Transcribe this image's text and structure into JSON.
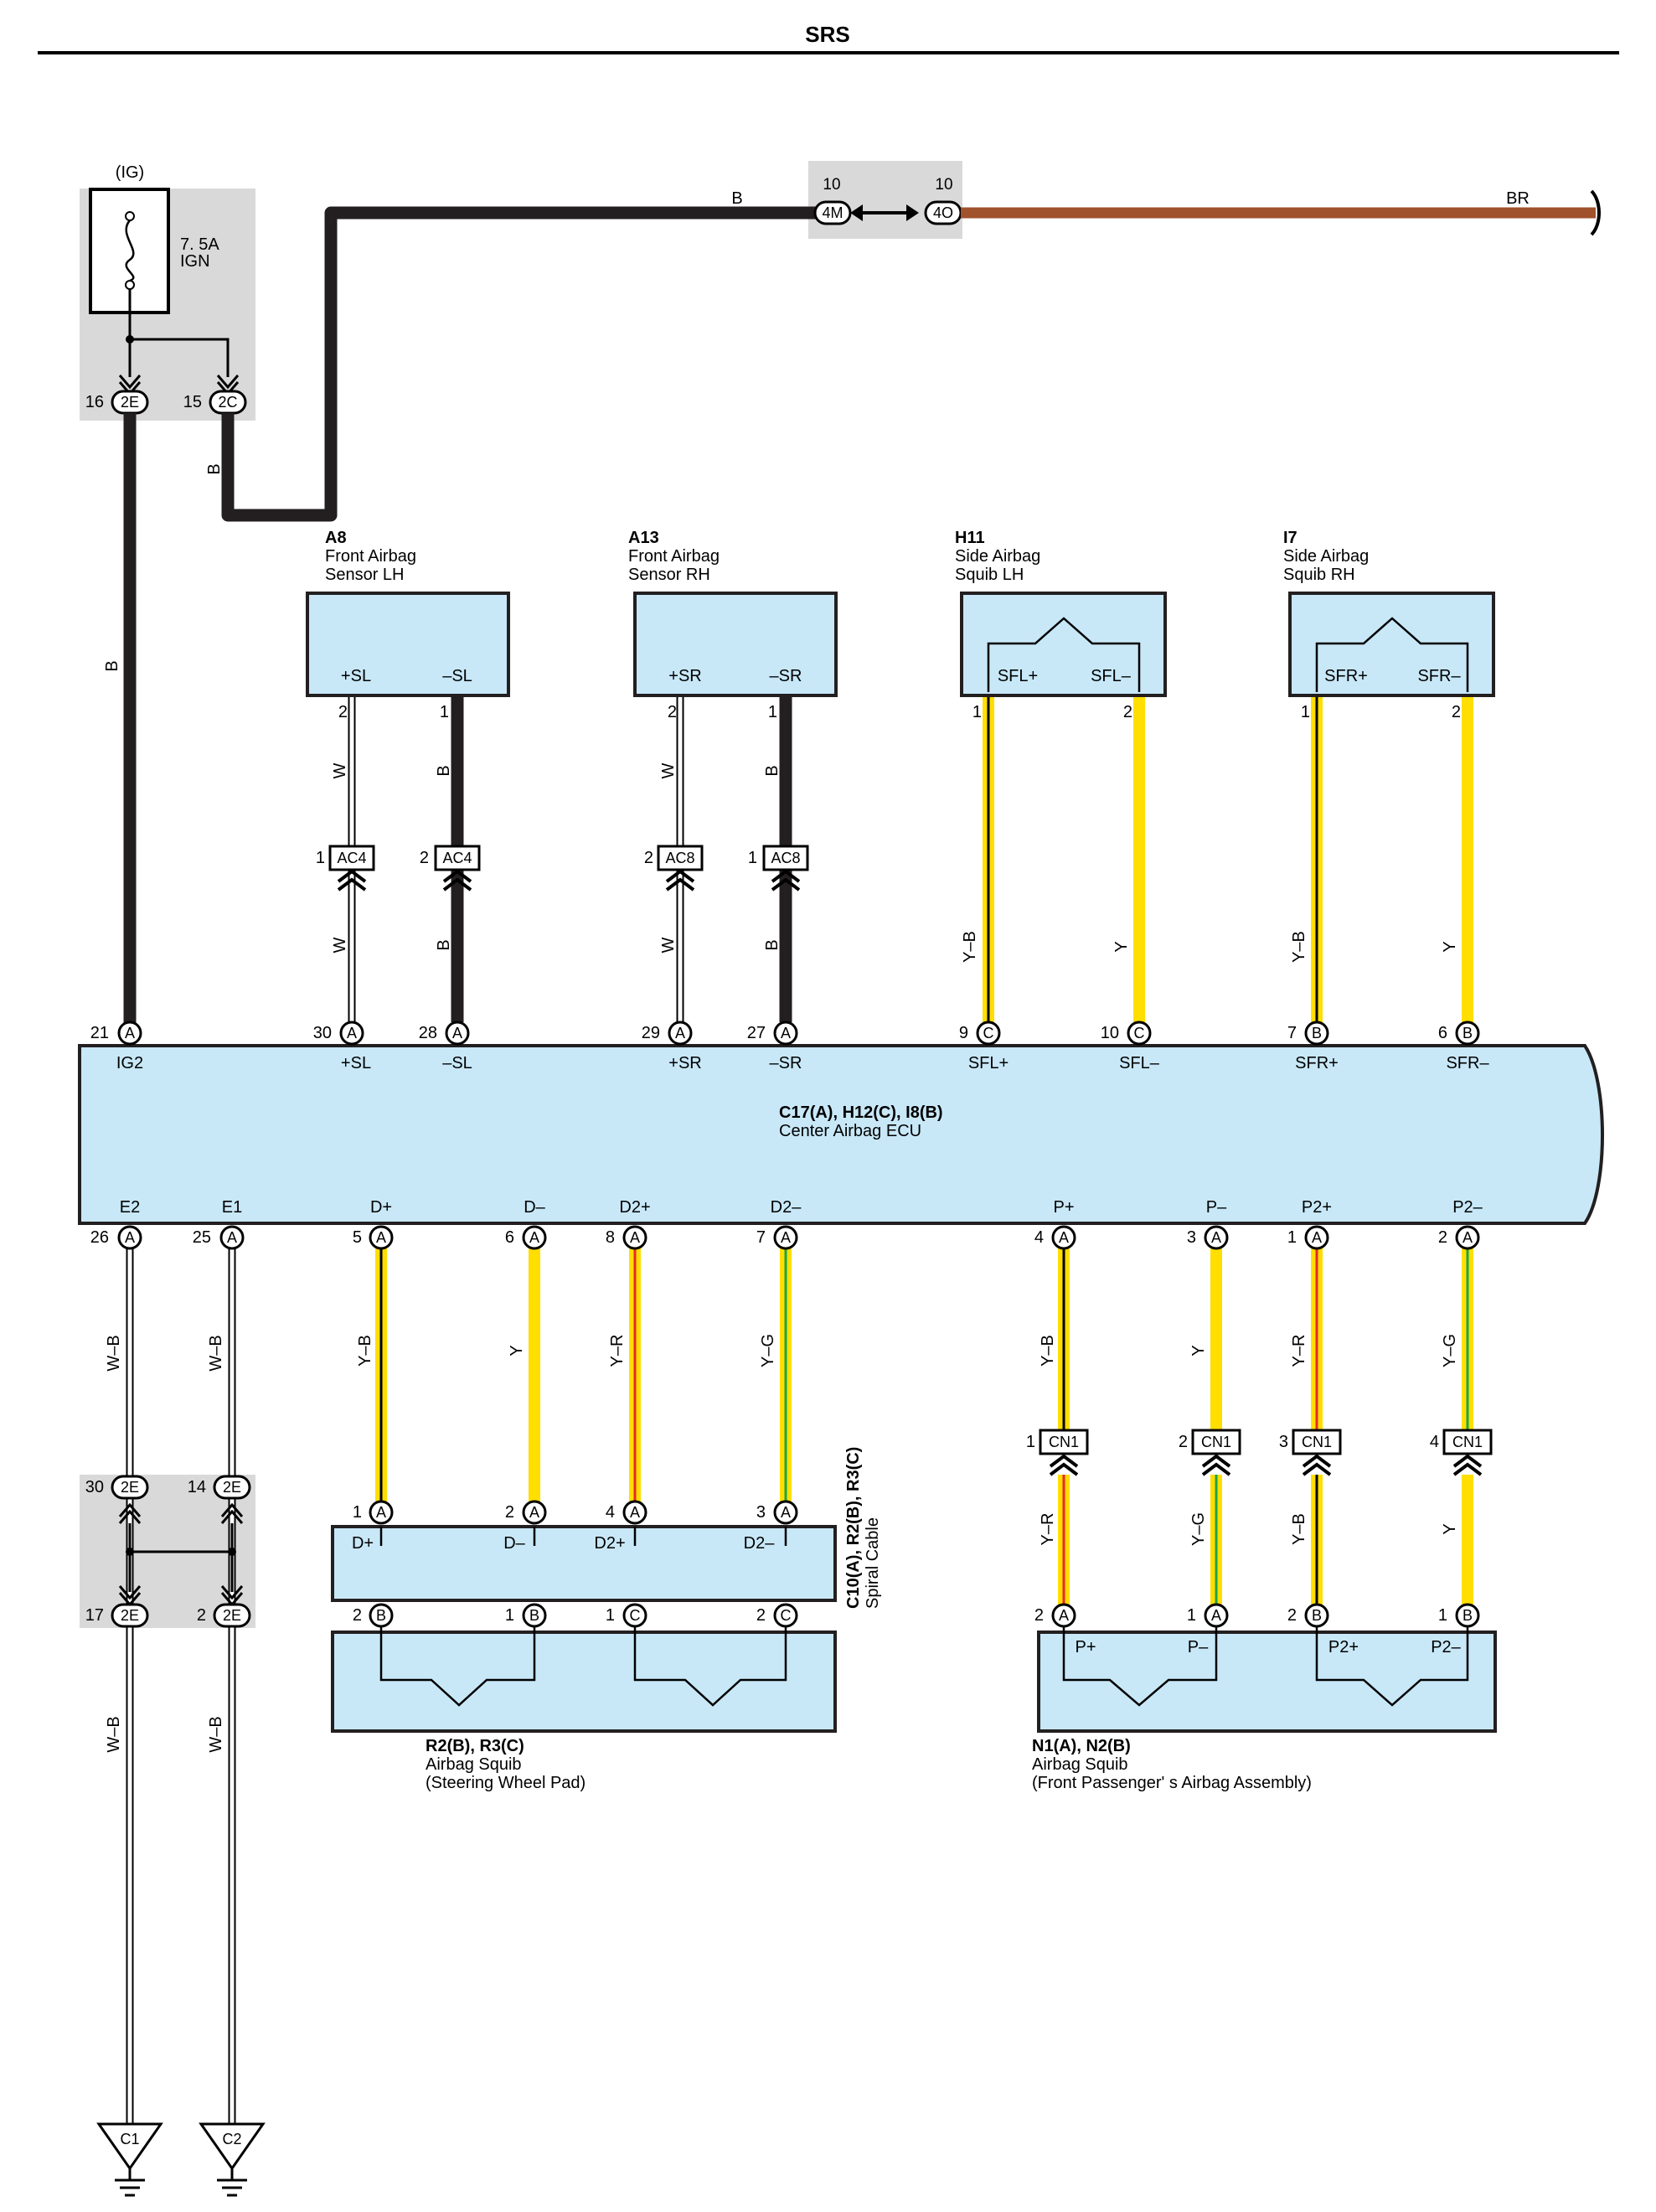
{
  "page": {
    "title": "SRS"
  },
  "fuse": {
    "circuit": "(IG)",
    "rating": "7. 5A",
    "name": "IGN"
  },
  "connectors": {
    "2E_16": {
      "pin": "16",
      "code": "2E"
    },
    "2C_15": {
      "pin": "15",
      "code": "2C"
    },
    "4M": {
      "pin": "10",
      "code": "4M"
    },
    "4O": {
      "pin": "10",
      "code": "4O"
    },
    "2E_30": {
      "pin": "30",
      "code": "2E"
    },
    "2E_14": {
      "pin": "14",
      "code": "2E"
    },
    "2E_17": {
      "pin": "17",
      "code": "2E"
    },
    "2E_2": {
      "pin": "2",
      "code": "2E"
    },
    "ac4_1": {
      "pin": "1",
      "code": "AC4"
    },
    "ac4_2": {
      "pin": "2",
      "code": "AC4"
    },
    "ac8_2": {
      "pin": "2",
      "code": "AC8"
    },
    "ac8_1": {
      "pin": "1",
      "code": "AC8"
    },
    "cn1_1": {
      "pin": "1",
      "code": "CN1"
    },
    "cn1_2": {
      "pin": "2",
      "code": "CN1"
    },
    "cn1_3": {
      "pin": "3",
      "code": "CN1"
    },
    "cn1_4": {
      "pin": "4",
      "code": "CN1"
    }
  },
  "wires": {
    "b": "B",
    "br": "BR",
    "w": "W",
    "y": "Y",
    "yb": "Y–B",
    "yr": "Y–R",
    "yg": "Y–G",
    "wb": "W–B"
  },
  "colors": {
    "ecu_fill": "#c8e8f8",
    "yellow": "#ffde00",
    "brown": "#a0522d",
    "red": "#e8282e",
    "green": "#1aa54a",
    "gray_box": "#d9d9da"
  },
  "components": {
    "a8": {
      "id": "A8",
      "name1": "Front Airbag",
      "name2": "Sensor LH",
      "t1": "+SL",
      "t2": "–SL",
      "p1": "2",
      "p2": "1"
    },
    "a13": {
      "id": "A13",
      "name1": "Front Airbag",
      "name2": "Sensor RH",
      "t1": "+SR",
      "t2": "–SR",
      "p1": "2",
      "p2": "1"
    },
    "h11": {
      "id": "H11",
      "name1": "Side Airbag",
      "name2": "Squib LH",
      "t1": "SFL+",
      "t2": "SFL–",
      "p1": "1",
      "p2": "2"
    },
    "i7": {
      "id": "I7",
      "name1": "Side Airbag",
      "name2": "Squib RH",
      "t1": "SFR+",
      "t2": "SFR–",
      "p1": "1",
      "p2": "2"
    }
  },
  "ecu": {
    "id": "C17(A), H12(C), I8(B)",
    "name": "Center Airbag ECU",
    "top_pins": [
      {
        "num": "21",
        "conn": "A",
        "label": "IG2"
      },
      {
        "num": "30",
        "conn": "A",
        "label": "+SL"
      },
      {
        "num": "28",
        "conn": "A",
        "label": "–SL"
      },
      {
        "num": "29",
        "conn": "A",
        "label": "+SR"
      },
      {
        "num": "27",
        "conn": "A",
        "label": "–SR"
      },
      {
        "num": "9",
        "conn": "C",
        "label": "SFL+"
      },
      {
        "num": "10",
        "conn": "C",
        "label": "SFL–"
      },
      {
        "num": "7",
        "conn": "B",
        "label": "SFR+"
      },
      {
        "num": "6",
        "conn": "B",
        "label": "SFR–"
      }
    ],
    "bottom_pins": [
      {
        "num": "26",
        "conn": "A",
        "label": "E2"
      },
      {
        "num": "25",
        "conn": "A",
        "label": "E1"
      },
      {
        "num": "5",
        "conn": "A",
        "label": "D+"
      },
      {
        "num": "6",
        "conn": "A",
        "label": "D–"
      },
      {
        "num": "8",
        "conn": "A",
        "label": "D2+"
      },
      {
        "num": "7",
        "conn": "A",
        "label": "D2–"
      },
      {
        "num": "4",
        "conn": "A",
        "label": "P+"
      },
      {
        "num": "3",
        "conn": "A",
        "label": "P–"
      },
      {
        "num": "1",
        "conn": "A",
        "label": "P2+"
      },
      {
        "num": "2",
        "conn": "A",
        "label": "P2–"
      }
    ]
  },
  "spiral": {
    "id": "C10(A), R2(B), R3(C)",
    "name": "Spiral Cable",
    "top_pins": [
      {
        "num": "1",
        "conn": "A",
        "label": "D+"
      },
      {
        "num": "2",
        "conn": "A",
        "label": "D–"
      },
      {
        "num": "4",
        "conn": "A",
        "label": "D2+"
      },
      {
        "num": "3",
        "conn": "A",
        "label": "D2–"
      }
    ],
    "bottom_pins": [
      {
        "num": "2",
        "conn": "B"
      },
      {
        "num": "1",
        "conn": "B"
      },
      {
        "num": "1",
        "conn": "C"
      },
      {
        "num": "2",
        "conn": "C"
      }
    ]
  },
  "squib_driver": {
    "id": "R2(B), R3(C)",
    "name": "Airbag Squib",
    "detail": "(Steering Wheel Pad)"
  },
  "squib_passenger": {
    "id": "N1(A), N2(B)",
    "name": "Airbag Squib",
    "detail": "(Front Passenger' s Airbag Assembly)",
    "top_pins": [
      {
        "num": "2",
        "conn": "A",
        "label": "P+"
      },
      {
        "num": "1",
        "conn": "A",
        "label": "P–"
      },
      {
        "num": "2",
        "conn": "B",
        "label": "P2+"
      },
      {
        "num": "1",
        "conn": "B",
        "label": "P2–"
      }
    ]
  },
  "grounds": {
    "c1": "C1",
    "c2": "C2"
  }
}
